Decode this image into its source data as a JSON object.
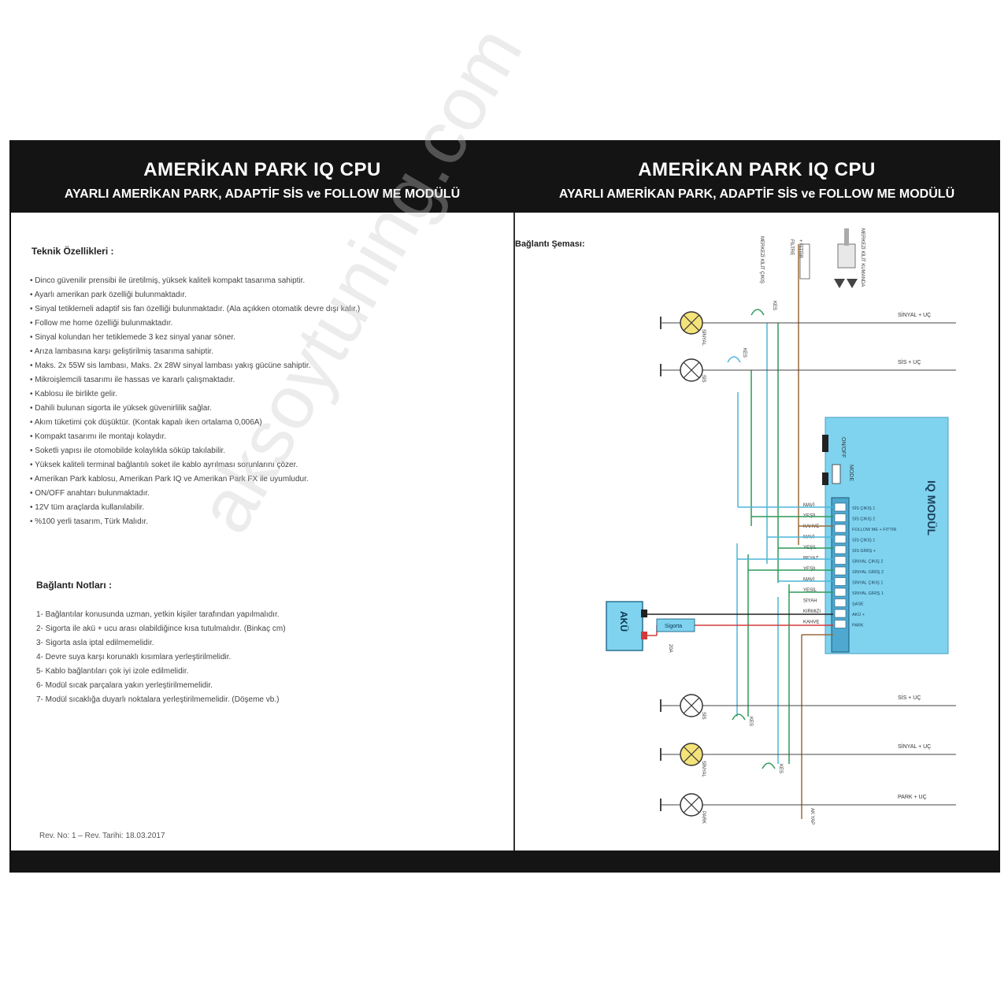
{
  "header": {
    "title": "AMERİKAN PARK IQ CPU",
    "subtitle": "AYARLI AMERİKAN PARK, ADAPTİF SİS ve FOLLOW ME MODÜLÜ"
  },
  "left": {
    "tech_title": "Teknik Özellikleri :",
    "tech_items": [
      "• Dinco güvenilir prensibi ile üretilmiş, yüksek kaliteli kompakt tasarıma sahiptir.",
      "• Ayarlı amerikan park özelliği bulunmaktadır.",
      "• Sinyal tetiklemeli adaptif sis fan özelliği bulunmaktadır. (Ala açıkken otomatik devre dışı kalır.)",
      "• Follow me home özelliği bulunmaktadır.",
      "• Sinyal kolundan her tetiklemede 3 kez sinyal yanar söner.",
      "• Arıza lambasına karşı geliştirilmiş tasarıma sahiptir.",
      "• Maks. 2x 55W sis lambası, Maks. 2x 28W sinyal lambası yakış gücüne sahiptir.",
      "• Mikroişlemcili tasarımı ile hassas ve kararlı çalışmaktadır.",
      "• Kablosu ile birlikte gelir.",
      "• Dahili bulunan sigorta ile yüksek güvenirlilik sağlar.",
      "• Akım tüketimi çok düşüktür. (Kontak kapalı iken ortalama 0,006A)",
      "• Kompakt tasarımı ile montajı kolaydır.",
      "• Soketli yapısı ile otomobilde kolaylıkla söküp takılabilir.",
      "• Yüksek kaliteli terminal bağlantılı soket ile kablo ayrılması sorunlarını çözer.",
      "• Amerikan Park kablosu, Amerikan Park IQ ve Amerikan Park FX ile uyumludur.",
      "• ON/OFF anahtarı bulunmaktadır.",
      "• 12V tüm araçlarda kullanılabilir.",
      "• %100 yerli tasarım, Türk Malıdır."
    ],
    "notes_title": "Bağlantı Notları :",
    "notes_items": [
      "1- Bağlantılar konusunda uzman, yetkin kişiler tarafından yapılmalıdır.",
      "2- Sigorta ile akü + ucu arası olabildiğince kısa tutulmalıdır. (Binkaç cm)",
      "3- Sigorta asla iptal edilmemelidir.",
      "4- Devre suya karşı korunaklı kısımlara yerleştirilmelidir.",
      "5- Kablo bağlantıları çok iyi izole edilmelidir.",
      "6- Modül sıcak parçalara yakın yerleştirilmemelidir.",
      "7- Modül sıcaklığa duyarlı noktalara yerleştirilmemelidir. (Döşeme vb.)"
    ],
    "revision": "Rev. No: 1 – Rev. Tarihi: 18.03.2017"
  },
  "right": {
    "schema_title": "Bağlantı Şeması:",
    "module_title": "IQ MODÜL",
    "module_pins": [
      "SİS ÇIKIŞ 1",
      "SİS ÇIKIŞ 2",
      "FOLLOW ME + FITTIR",
      "SİS ÇIKIŞ 1",
      "SİS GİRİŞ +",
      "SİNYAL ÇIKIŞ 2",
      "SİNYAL GİRİŞ 2",
      "SİNYAL ÇIKIŞ 1",
      "SİNYAL GİRİŞ 1",
      "ŞASE",
      "AKÜ +",
      "PARK"
    ],
    "wire_labels": [
      "MAVİ",
      "YEŞİL",
      "KAHVE",
      "MAVİ",
      "YEŞİL",
      "BEYAZ",
      "YEŞİL",
      "MAVİ",
      "YEŞİL",
      "SİYAH",
      "KIRMIZI",
      "KAHVE"
    ],
    "aku_label": "AKÜ",
    "sigorta_label": "Sigorta",
    "sigorta_amp": "20A",
    "on_off_label": "ON/OFF",
    "mode_label": "MODE",
    "rele_labels": [
      "KES",
      "KES",
      "KES",
      "KES"
    ],
    "lamp_labels": [
      "SİNYAL",
      "SİS",
      "SİS",
      "SİNYAL",
      "PARK"
    ],
    "right_wires": [
      "SİNYAL + UÇ",
      "SİS + UÇ",
      "SİS + UÇ",
      "SİNYAL + UÇ",
      "PARK + UÇ"
    ],
    "top_labels": [
      "MERKEZİ KİLİT KUMANDA",
      "FİLTRE",
      "+ FİTTİR",
      "MERKEZİ KİLİT ÇIKIŞ"
    ],
    "bottom_label": "AK YAP"
  },
  "watermark": "aksoytuning.com",
  "colors": {
    "header_bg": "#141414",
    "module_bg": "#7fd3ef",
    "wire_green": "#2e9a5a",
    "wire_blue": "#4cb6d8",
    "wire_red": "#d23a3a",
    "wire_brown": "#9a6a3a",
    "lamp_yellow": "#f4e27a"
  }
}
